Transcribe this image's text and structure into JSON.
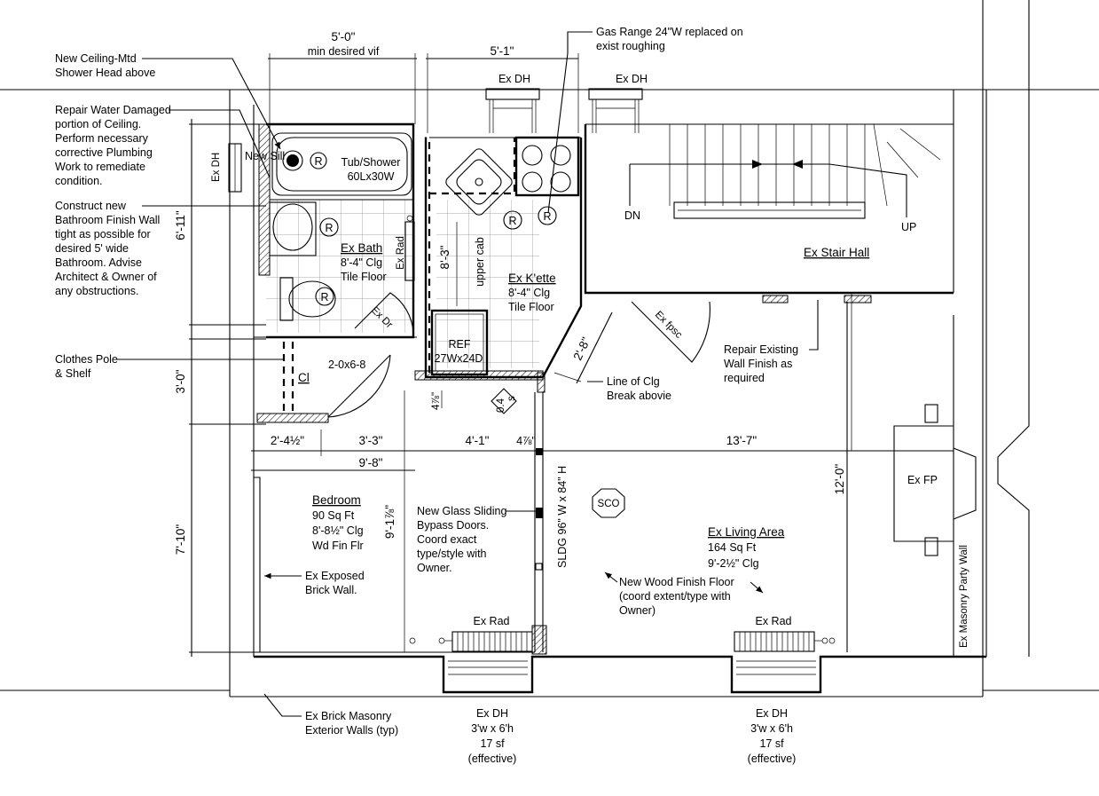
{
  "dimensions": {
    "top_bath_width": "5'-0\"",
    "top_bath_note": "min desired vif",
    "top_kitchen_width": "5'-1\"",
    "left_bath_depth": "6'-11\"",
    "left_closet_depth": "3'-0\"",
    "left_bedroom_depth": "7'-10\"",
    "row_a": "2'-4½\"",
    "row_b": "3'-3\"",
    "row_c": "4'-1\"",
    "row_d": "4⅞\"",
    "row_e": "13'-7\"",
    "row_total": "9'-8\"",
    "kitchen_depth": "8'-3\"",
    "bedroom_clg": "9'-1⅞\"",
    "living_depth": "12'-0\"",
    "angled_wall": "2'-8\"",
    "pier_small": "4⅞\""
  },
  "rooms": {
    "tub_line1": "Tub/Shower",
    "tub_line2": "60Lx30W",
    "bath_name": "Ex Bath",
    "bath_clg": "8'-4\" Clg",
    "bath_floor": "Tile Floor",
    "kitchen_name": "Ex K'ette",
    "kitchen_clg": "8'-4\" Clg",
    "kitchen_floor": "Tile Floor",
    "ref_line1": "REF",
    "ref_line2": "27Wx24D",
    "upper_cab": "upper cab",
    "closet": "Cl",
    "closet_door": "2-0x6-8",
    "bedroom_name": "Bedroom",
    "bedroom_area": "90 Sq Ft",
    "bedroom_clg": "8'-8½\" Clg",
    "bedroom_floor": "Wd Fin Flr",
    "living_name": "Ex Living Area",
    "living_area": "164 Sq Ft",
    "living_clg": "9'-2½\" Clg",
    "stair_name": "Ex Stair Hall",
    "stair_dn": "DN",
    "stair_up": "UP",
    "fireplace": "Ex FP",
    "sliding_door": "SLDG 96\" W x 84\" H",
    "sco": "SCO",
    "ex_dh_short": "Ex DH",
    "new_sill": "New Sill",
    "ex_rad": "Ex Rad",
    "ex_dr": "Ex Dr",
    "ex_fpsc": "Ex fpsc",
    "party_wall": "Ex Masonry Party Wall",
    "smoke_tag": "0.4",
    "smoke_sub": "s",
    "r_symbol": "R"
  },
  "notes": {
    "shower_head": [
      "New Ceiling-Mtd",
      "Shower Head above"
    ],
    "ceiling_repair": [
      "Repair Water Damaged",
      "portion of Ceiling.",
      "Perform necessary",
      "corrective Plumbing",
      "Work to remediate",
      "condition."
    ],
    "bath_wall": [
      "Construct new",
      "Bathroom Finish Wall",
      "tight as possible for",
      "desired 5' wide",
      "Bathroom. Advise",
      "Architect & Owner of",
      "any obstructions."
    ],
    "clothes_pole": [
      "Clothes Pole",
      "& Shelf"
    ],
    "gas_range": [
      "Gas Range 24\"W replaced on",
      "exist roughing"
    ],
    "wall_repair": [
      "Repair Existing",
      "Wall Finish as",
      "required"
    ],
    "clg_break": [
      "Line of Clg",
      "Break abovie"
    ],
    "glass_doors": [
      "New Glass Sliding",
      "Bypass Doors.",
      "Coord exact",
      "type/style with",
      "Owner."
    ],
    "wood_floor": [
      "New Wood Finish Floor",
      "(coord extent/type with",
      "Owner)"
    ],
    "brick_wall": [
      "Ex Exposed",
      "Brick Wall."
    ],
    "masonry_walls": [
      "Ex Brick Masonry",
      "Exterior Walls (typ)"
    ],
    "window_left": [
      "Ex DH",
      "3'w x 6'h",
      "17 sf",
      "(effective)"
    ],
    "window_right": [
      "Ex DH",
      "3'w x 6'h",
      "17 sf",
      "(effective)"
    ]
  }
}
